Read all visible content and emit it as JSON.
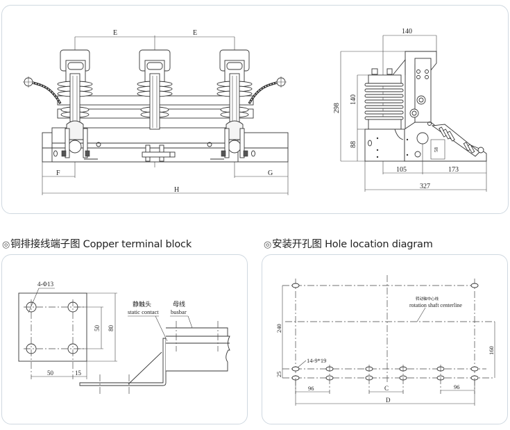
{
  "top_section": {
    "front_view": {
      "labels": {
        "e_left": "E",
        "e_right": "E",
        "f": "F",
        "g": "G",
        "h": "H"
      }
    },
    "side_view": {
      "labels": {
        "width_top": "140",
        "height_total": "298",
        "insulator_height": "140",
        "base_height": "88",
        "base_left": "105",
        "base_right": "173",
        "total_width": "327",
        "small_dim": "58"
      }
    }
  },
  "copper_terminal": {
    "title_bullet": "◎",
    "title": "铜排接线端子图 Copper terminal block",
    "labels": {
      "hole_spec": "4-Φ13",
      "hole_spacing_v": "50",
      "plate_height": "80",
      "hole_spacing_h": "50",
      "edge_offset": "15",
      "static_contact_cn": "静触头",
      "static_contact_en": "static contact",
      "busbar_cn": "母线",
      "busbar_en": "busbar"
    }
  },
  "hole_location": {
    "title_bullet": "◎",
    "title": "安装开孔图 Hole location diagram",
    "labels": {
      "centerline_cn": "转动轴中心线",
      "centerline_en": "rotation shaft centerline",
      "height_240": "240",
      "height_160": "160",
      "height_25": "25",
      "slot_spec": "14-9*19",
      "spacing_left": "96",
      "spacing_right": "96",
      "c": "C",
      "d": "D"
    }
  }
}
